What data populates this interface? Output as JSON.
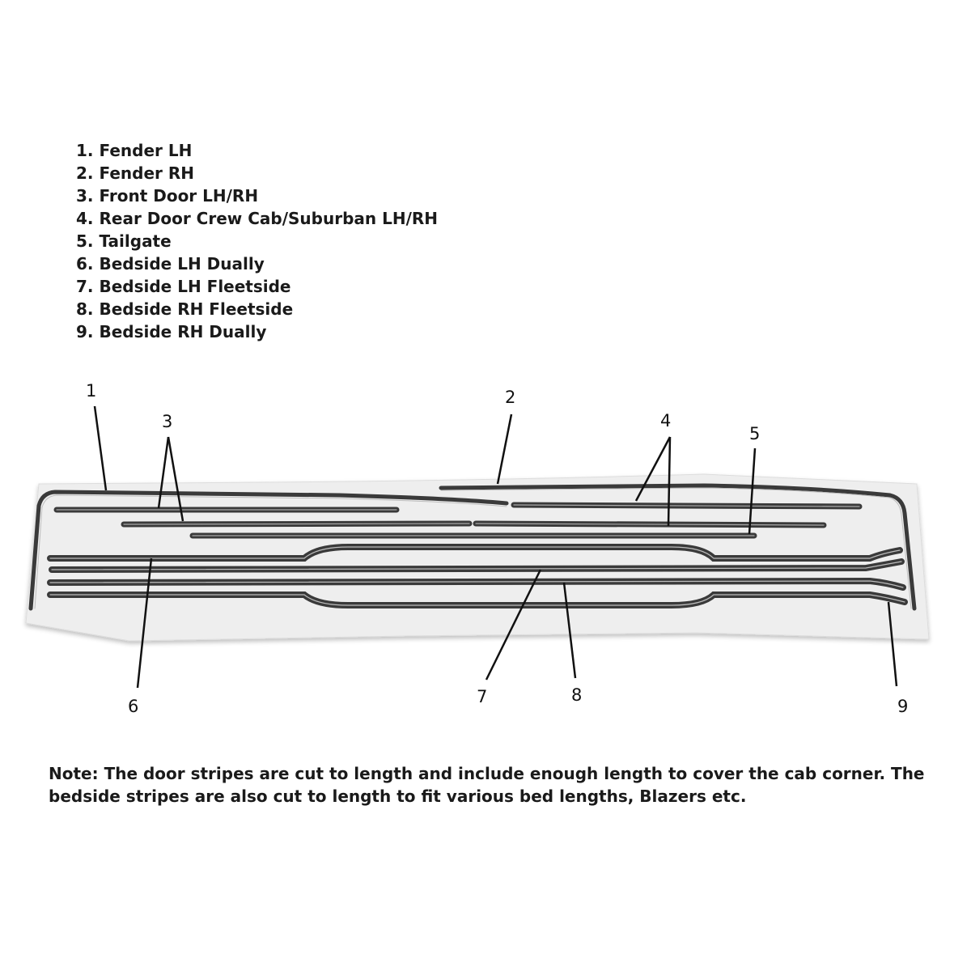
{
  "legend": {
    "items": [
      "1. Fender LH",
      "2. Fender RH",
      "3. Front Door LH/RH",
      "4. Rear Door Crew Cab/Suburban LH/RH",
      "5. Tailgate",
      "6. Bedside LH Dually",
      "7. Bedside LH Fleetside",
      "8. Bedside RH Fleetside",
      "9. Bedside RH Dually"
    ]
  },
  "callouts": {
    "n1": "1",
    "n2": "2",
    "n3": "3",
    "n4": "4",
    "n5": "5",
    "n6": "6",
    "n7": "7",
    "n8": "8",
    "n9": "9"
  },
  "note": "Note: The door stripes are cut to length and include enough length to cover the cab corner. The bedside stripes are also cut to length to fit various bed lengths, Blazers etc.",
  "colors": {
    "stripe": "#3a3a3a",
    "backing_sheet": "#eeeeee",
    "leader_line": "#111111"
  }
}
